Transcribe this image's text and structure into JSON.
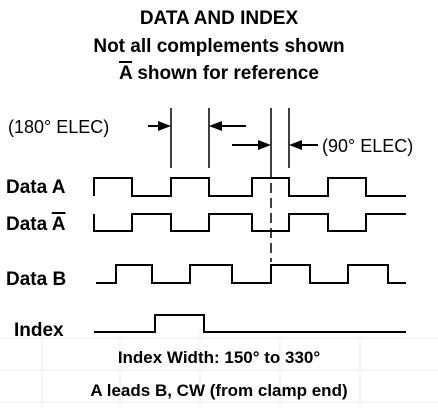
{
  "title": {
    "line1": "DATA AND INDEX",
    "line2": "Not all complements shown",
    "line3_bar": "A",
    "line3_rest": " shown for reference"
  },
  "annotations": {
    "elec180": "(180° ELEC)",
    "elec90": "(90° ELEC)"
  },
  "signals": {
    "data_a": {
      "prefix": "Data A",
      "bar": ""
    },
    "data_a_bar": {
      "prefix": "Data ",
      "bar": "A"
    },
    "data_b": {
      "prefix": "Data B",
      "bar": ""
    },
    "index": {
      "prefix": "Index",
      "bar": ""
    }
  },
  "footnotes": {
    "index_width": "Index Width: 150° to 330°",
    "direction": "A leads B, CW (from clamp end)"
  },
  "colors": {
    "background": "#ffffff",
    "ink": "#000000",
    "grid": "#e8eef5"
  }
}
